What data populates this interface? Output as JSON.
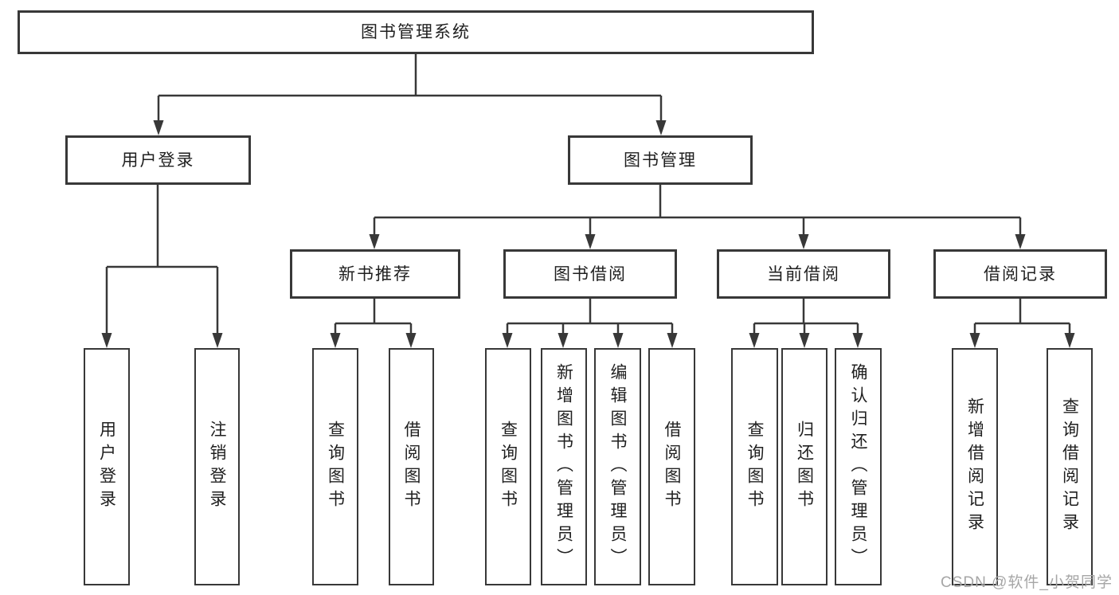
{
  "tree": {
    "label": "图书管理系统",
    "children": [
      {
        "label": "用户登录",
        "children": [
          {
            "label": "用户登录"
          },
          {
            "label": "注销登录"
          }
        ]
      },
      {
        "label": "图书管理",
        "children": [
          {
            "label": "新书推荐",
            "children": [
              {
                "label": "查询图书"
              },
              {
                "label": "借阅图书"
              }
            ]
          },
          {
            "label": "图书借阅",
            "children": [
              {
                "label": "查询图书"
              },
              {
                "label": "新增图书（管理员）"
              },
              {
                "label": "编辑图书（管理员）"
              },
              {
                "label": "借阅图书"
              }
            ]
          },
          {
            "label": "当前借阅",
            "children": [
              {
                "label": "查询图书"
              },
              {
                "label": "归还图书"
              },
              {
                "label": "确认归还（管理员）"
              }
            ]
          },
          {
            "label": "借阅记录",
            "children": [
              {
                "label": "新增借阅记录"
              },
              {
                "label": "查询借阅记录"
              }
            ]
          }
        ]
      }
    ]
  },
  "watermark": {
    "text": "CSDN @软件_小贺同学"
  },
  "colors": {
    "line": "#383838",
    "text": "#1f1f1f",
    "watermark": "#a6a6a6",
    "background": "#ffffff"
  }
}
